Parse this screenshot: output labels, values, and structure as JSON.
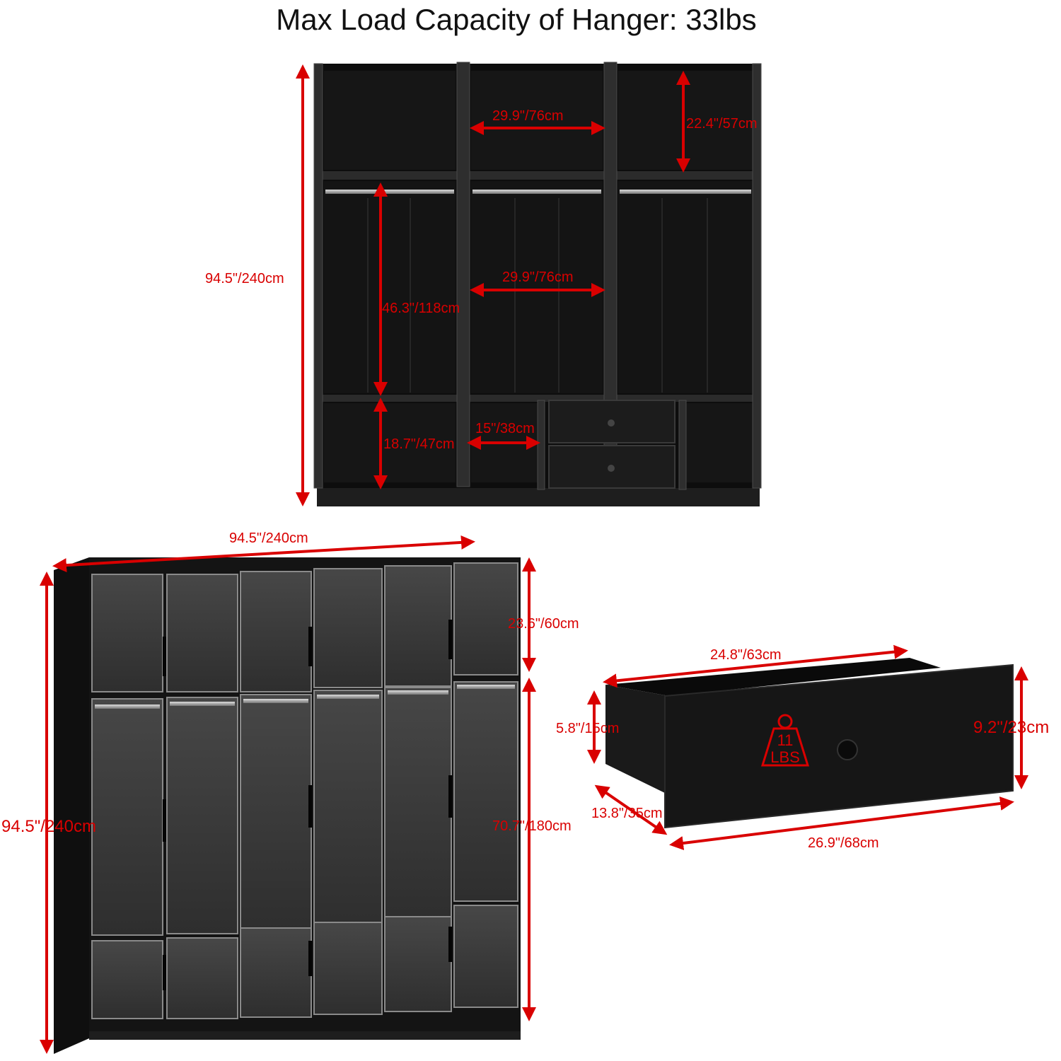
{
  "title": "Max Load Capacity of Hanger: 33lbs",
  "interior_view": {
    "total_height": "94.5\"/240cm",
    "top_shelf_width": "29.9\"/76cm",
    "top_shelf_height": "22.4\"/57cm",
    "hanging_height": "46.3\"/118cm",
    "hanging_width": "29.9\"/76cm",
    "bottom_height": "18.7\"/47cm",
    "bottom_width": "15\"/38cm"
  },
  "front_view": {
    "width": "94.5\"/240cm",
    "height": "94.5\"/240cm",
    "top_section_height": "23.6\"/60cm",
    "lower_section_height": "70.7\"/180cm"
  },
  "drawer_view": {
    "inner_width": "24.8\"/63cm",
    "inner_height": "5.8\"/15cm",
    "front_height": "9.2\"/23cm",
    "depth": "13.8\"/35cm",
    "front_width": "26.9\"/68cm",
    "load_number": "11",
    "load_unit": "LBS"
  },
  "colors": {
    "dimension": "#d90000",
    "cabinet": "#161616",
    "glass": "#3a3a3a"
  }
}
